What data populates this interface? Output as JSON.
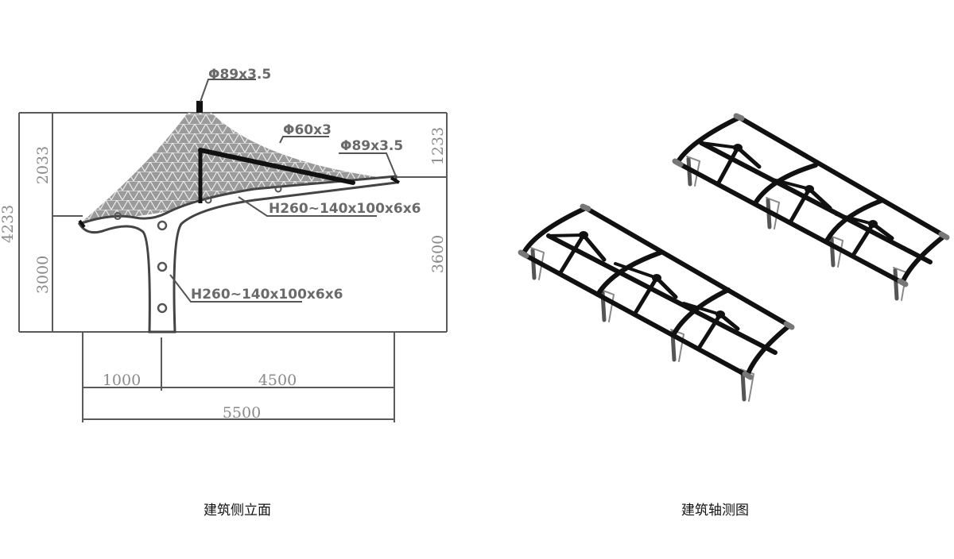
{
  "elevation": {
    "caption": "建筑侧立面",
    "callouts": {
      "top_pipe": "Φ89x3.5",
      "diagonal": "Φ60x3",
      "tip_pipe": "Φ89x3.5",
      "roof_beam": "H260~140x100x6x6",
      "column": "H260~140x100x6x6"
    },
    "dimensions": {
      "total_height": "4233",
      "upper_left": "2033",
      "lower_left": "3000",
      "upper_right": "1233",
      "lower_right": "3600",
      "span_left": "1000",
      "span_right": "4500",
      "span_total": "5500"
    }
  },
  "axonometric": {
    "caption": "建筑轴测图"
  },
  "colors": {
    "membrane": "#9a9a9a",
    "steel": "#111111",
    "column_fill": "#ffffff",
    "dimension_line": "#5a5a5a"
  }
}
